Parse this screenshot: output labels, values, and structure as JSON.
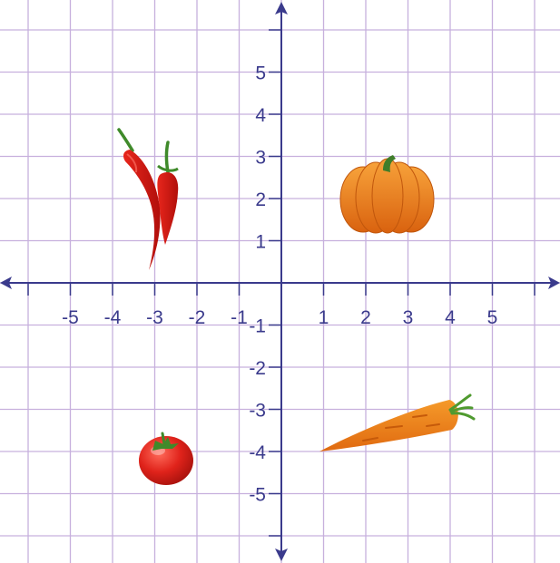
{
  "colors": {
    "grid": "#c7b0dd",
    "axis": "#3a3a8c",
    "label": "#3a3a8c"
  },
  "x_axis": {
    "tick_labels": [
      {
        "value": -5,
        "text": "-5"
      },
      {
        "value": -4,
        "text": "-4"
      },
      {
        "value": -3,
        "text": "-3"
      },
      {
        "value": -2,
        "text": "-2"
      },
      {
        "value": -1,
        "text": "-1"
      },
      {
        "value": 1,
        "text": "1"
      },
      {
        "value": 2,
        "text": "2"
      },
      {
        "value": 3,
        "text": "3"
      },
      {
        "value": 4,
        "text": "4"
      },
      {
        "value": 5,
        "text": "5"
      }
    ]
  },
  "y_axis": {
    "tick_labels": [
      {
        "value": 5,
        "text": "5"
      },
      {
        "value": 4,
        "text": "4"
      },
      {
        "value": 3,
        "text": "3"
      },
      {
        "value": 2,
        "text": "2"
      },
      {
        "value": 1,
        "text": "1"
      },
      {
        "value": -1,
        "text": "-1"
      },
      {
        "value": -2,
        "text": "-2"
      },
      {
        "value": -3,
        "text": "-3"
      },
      {
        "value": -4,
        "text": "-4"
      },
      {
        "value": -5,
        "text": "-5"
      }
    ]
  },
  "items": [
    {
      "name": "chili-peppers",
      "icon": "chili-pepper-icon",
      "x": -3,
      "y": 3
    },
    {
      "name": "pumpkin",
      "icon": "pumpkin-icon",
      "x": 2.5,
      "y": 2
    },
    {
      "name": "tomato",
      "icon": "tomato-icon",
      "x": -3,
      "y": -4
    },
    {
      "name": "carrot",
      "icon": "carrot-icon",
      "x": 1,
      "y": -4
    }
  ]
}
